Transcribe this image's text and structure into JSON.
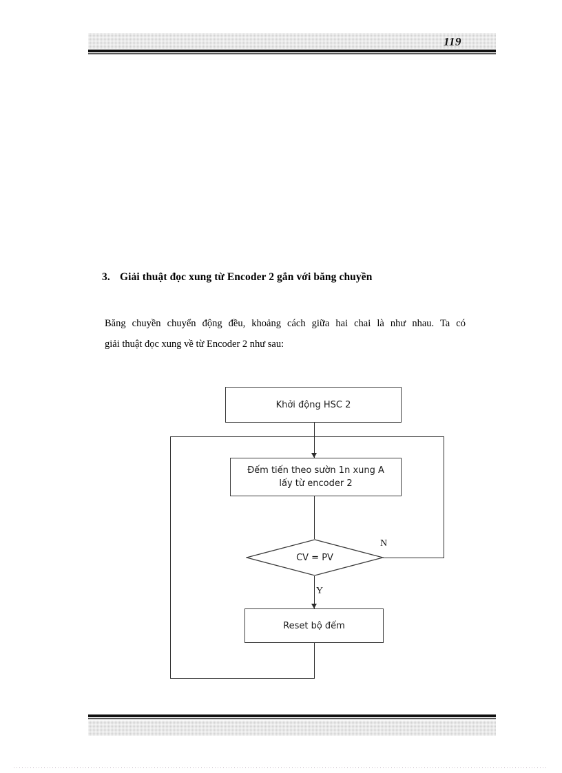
{
  "page": {
    "number": "119",
    "header_rule": "double-rule-gray-band",
    "footer_rule": "double-rule-gray-band"
  },
  "heading": {
    "number": "3.",
    "text": "Giải thuật đọc xung từ Encoder 2 gắn với băng chuyền"
  },
  "paragraph": {
    "line1": "Băng chuyền chuyển động đều, khoảng cách giữa hai chai là như nhau. Ta có",
    "line2": "giải thuật đọc xung về từ Encoder 2 như sau:"
  },
  "flowchart": {
    "nodes": {
      "start": "Khởi động HSC 2",
      "count_line1": "Đếm tiến theo sườn 1n xung A",
      "count_line2": "lấy từ encoder 2",
      "decision": "CV = PV",
      "reset": "Reset bộ đếm"
    },
    "branches": {
      "no": "N",
      "yes": "Y"
    }
  },
  "colors": {
    "band_gray": "#d2d2d2",
    "rule_dark": "#111111",
    "line": "#2b2b2b",
    "text": "#000000"
  }
}
